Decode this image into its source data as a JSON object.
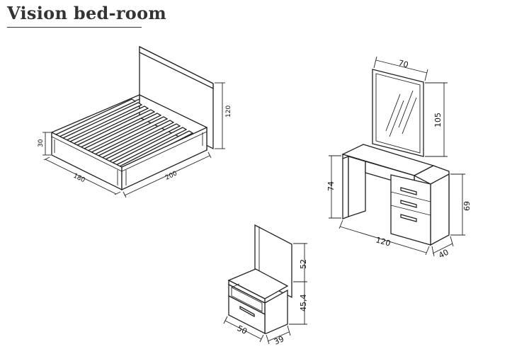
{
  "header": {
    "title": "Vision bed-room"
  },
  "bed": {
    "dims": {
      "height": "120",
      "side_height": "30",
      "width": "180",
      "length": "200"
    }
  },
  "dressing_table": {
    "dims": {
      "mirror_width": "70",
      "mirror_height": "105",
      "desk_height": "74",
      "drawer_unit_height": "69",
      "width": "120",
      "depth": "40"
    }
  },
  "nightstand": {
    "dims": {
      "back_height": "52",
      "body_height": "45,4",
      "width": "50",
      "depth": "39"
    }
  }
}
